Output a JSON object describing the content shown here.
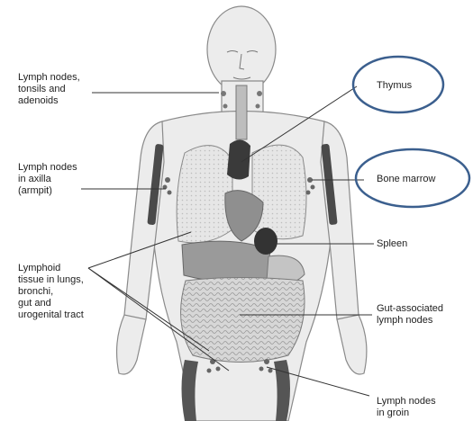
{
  "labels": {
    "lymph_tonsils": "Lymph nodes,\ntonsils and\nadenoids",
    "lymph_axilla": "Lymph nodes\nin axilla\n(armpit)",
    "lymphoid_tissue": "Lymphoid\ntissue in lungs,\nbronchi,\ngut and\nurogenital tract",
    "thymus": "Thymus",
    "bone_marrow": "Bone marrow",
    "spleen": "Spleen",
    "gut_nodes": "Gut-associated\nlymph nodes",
    "groin_nodes": "Lymph nodes\nin groin"
  },
  "colors": {
    "highlight_ellipse": "#3b5f8e",
    "leader_line": "#333333",
    "organ_dark": "#3a3a3a",
    "skin_shade": "#cfcfcf"
  }
}
